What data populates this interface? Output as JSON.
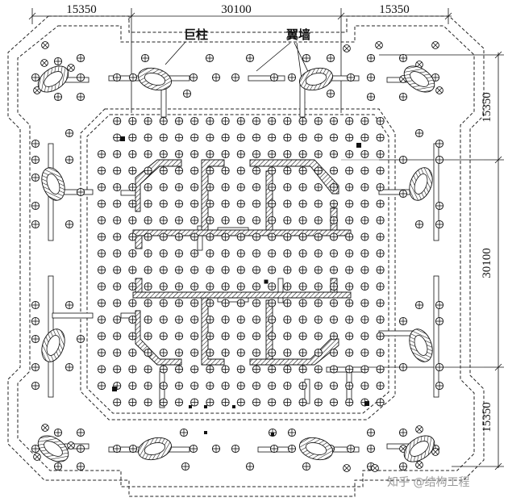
{
  "dimensions": {
    "top": [
      "15350",
      "30100",
      "15350"
    ],
    "right": [
      "15350",
      "30100",
      "15350"
    ]
  },
  "labels": {
    "mega_column": "巨柱",
    "wing_wall": "翼墙"
  },
  "watermark": "知乎 @结构工程"
}
